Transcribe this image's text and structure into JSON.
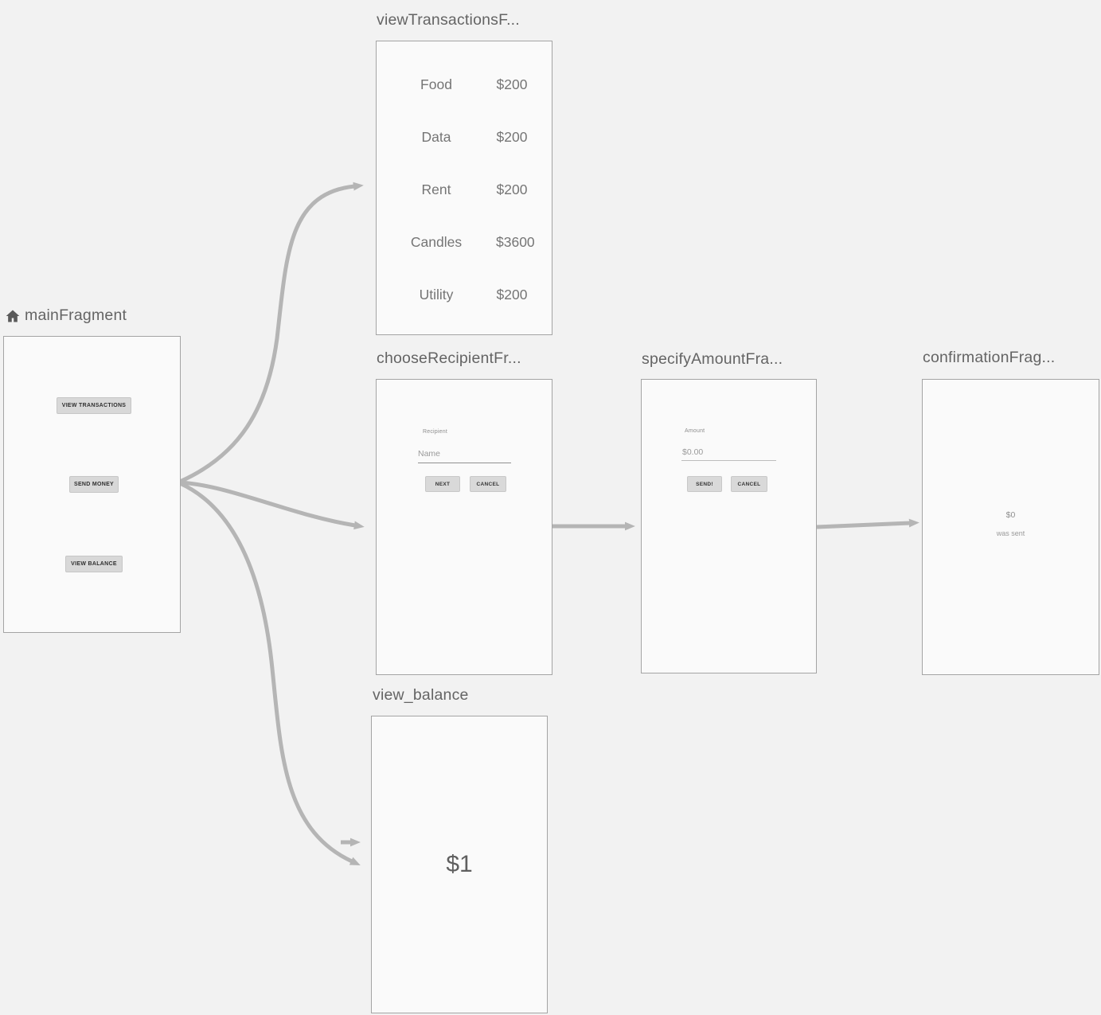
{
  "canvas": {
    "background_color": "#f2f2f2",
    "panel_color": "#fafafa",
    "panel_border_color": "#a4a4a4",
    "arrow_color": "#b5b5b5",
    "title_color": "#646464"
  },
  "fragments": {
    "main": {
      "title": "mainFragment",
      "is_start_destination": true,
      "buttons": {
        "view_transactions": "VIEW TRANSACTIONS",
        "send_money": "SEND MONEY",
        "view_balance": "VIEW BALANCE"
      }
    },
    "view_transactions": {
      "title": "viewTransactionsF...",
      "rows": [
        {
          "label": "Food",
          "amount": "$200"
        },
        {
          "label": "Data",
          "amount": "$200"
        },
        {
          "label": "Rent",
          "amount": "$200"
        },
        {
          "label": "Candles",
          "amount": "$3600"
        },
        {
          "label": "Utility",
          "amount": "$200"
        }
      ]
    },
    "choose_recipient": {
      "title": "chooseRecipientFr...",
      "field_label": "Recipient",
      "field_placeholder": "Name",
      "next_label": "NEXT",
      "cancel_label": "CANCEL"
    },
    "specify_amount": {
      "title": "specifyAmountFra...",
      "field_label": "Amount",
      "field_placeholder": "$0.00",
      "send_label": "SEND!",
      "cancel_label": "CANCEL"
    },
    "confirmation": {
      "title": "confirmationFrag...",
      "amount": "$0",
      "message": "was sent"
    },
    "view_balance": {
      "title": "view_balance",
      "balance": "$1"
    }
  }
}
